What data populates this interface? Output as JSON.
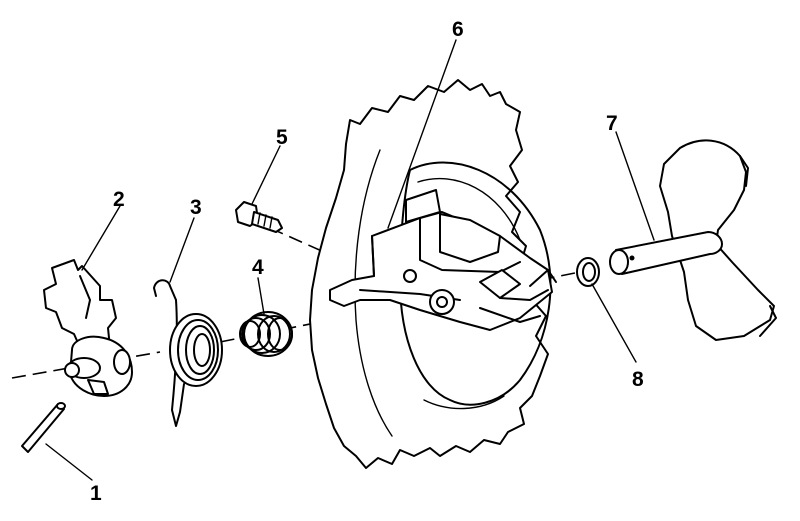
{
  "diagram": {
    "type": "exploded-parts-view",
    "callouts": [
      {
        "id": "1",
        "label": "1"
      },
      {
        "id": "2",
        "label": "2"
      },
      {
        "id": "3",
        "label": "3"
      },
      {
        "id": "4",
        "label": "4"
      },
      {
        "id": "5",
        "label": "5"
      },
      {
        "id": "6",
        "label": "6"
      },
      {
        "id": "7",
        "label": "7"
      },
      {
        "id": "8",
        "label": "8"
      }
    ]
  }
}
